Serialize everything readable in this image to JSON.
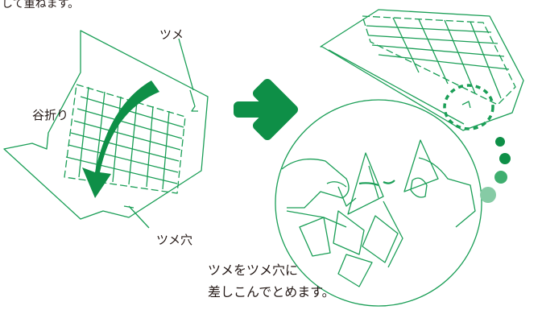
{
  "texts": {
    "top_fragment": "して重ねます。",
    "tsume": "ツメ",
    "tani_ori": "谷折り",
    "tsume_ana": "ツメ穴",
    "caption_line1": "ツメをツメ穴に",
    "caption_line2": "差しこんでとめます。"
  },
  "colors": {
    "line": "#1a9e56",
    "arrow": "#0e8f47",
    "text": "#231815",
    "dot_dark": "#0e8f47",
    "dot_mid": "#3fae6f",
    "dot_light": "#86cba5"
  },
  "icons": {
    "step_arrow": "right-arrow-icon",
    "fold_arrow": "curved-arrow-icon"
  }
}
